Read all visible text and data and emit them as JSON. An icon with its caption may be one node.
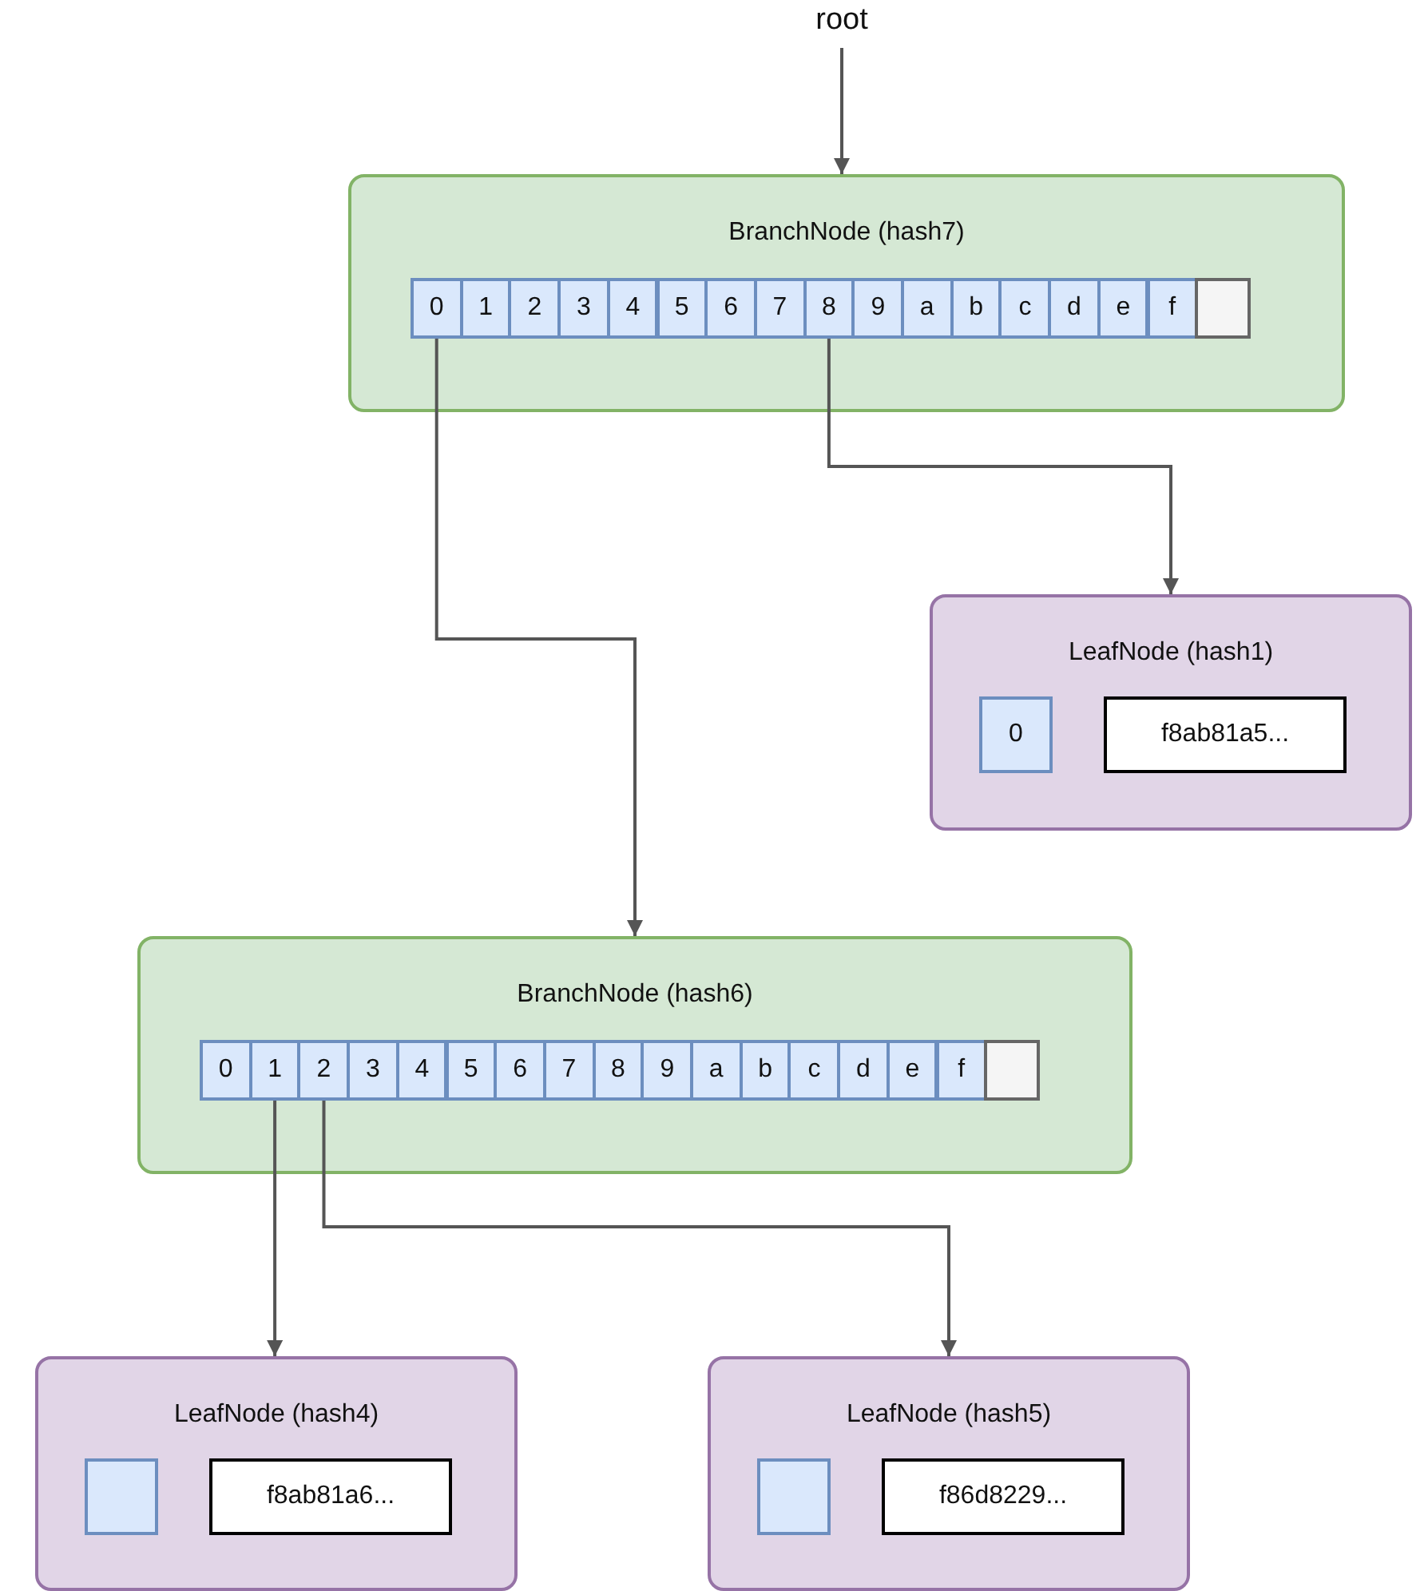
{
  "diagram": {
    "nodes": [
      {
        "text": [
          "root"
        ]
      },
      {
        "text": [
          "BranchNode (hash7)"
        ]
      },
      {
        "text": [
          "0"
        ],
        "in": 1
      },
      {
        "text": [
          "1"
        ],
        "in": 1
      },
      {
        "text": [
          "2"
        ],
        "in": 1
      },
      {
        "text": [
          "3"
        ],
        "in": 1
      },
      {
        "text": [
          "4"
        ],
        "in": 1
      },
      {
        "text": [
          "5"
        ],
        "in": 1
      },
      {
        "text": [
          "6"
        ],
        "in": 1
      },
      {
        "text": [
          "7"
        ],
        "in": 1
      },
      {
        "text": [
          "8"
        ],
        "in": 1
      },
      {
        "text": [
          "9"
        ],
        "in": 1
      },
      {
        "text": [
          "a"
        ],
        "in": 1
      },
      {
        "text": [
          "b"
        ],
        "in": 1
      },
      {
        "text": [
          "c"
        ],
        "in": 1
      },
      {
        "text": [
          "d"
        ],
        "in": 1
      },
      {
        "text": [
          "e"
        ],
        "in": 1
      },
      {
        "text": [
          "f"
        ],
        "in": 1
      },
      {
        "text": [],
        "shape": "box",
        "in": 1
      },
      {
        "text": [
          "LeafNode (hash1)"
        ]
      },
      {
        "text": [
          "0"
        ],
        "in": 19
      },
      {
        "text": [
          "f8ab81a5..."
        ],
        "in": 19
      },
      {
        "text": [
          "BranchNode (hash6)"
        ]
      },
      {
        "text": [
          "0"
        ],
        "in": 22
      },
      {
        "text": [
          "1"
        ],
        "in": 22
      },
      {
        "text": [
          "2"
        ],
        "in": 22
      },
      {
        "text": [
          "3"
        ],
        "in": 22
      },
      {
        "text": [
          "4"
        ],
        "in": 22
      },
      {
        "text": [
          "5"
        ],
        "in": 22
      },
      {
        "text": [
          "6"
        ],
        "in": 22
      },
      {
        "text": [
          "7"
        ],
        "in": 22
      },
      {
        "text": [
          "8"
        ],
        "in": 22
      },
      {
        "text": [
          "9"
        ],
        "in": 22
      },
      {
        "text": [
          "a"
        ],
        "in": 22
      },
      {
        "text": [
          "b"
        ],
        "in": 22
      },
      {
        "text": [
          "c"
        ],
        "in": 22
      },
      {
        "text": [
          "d"
        ],
        "in": 22
      },
      {
        "text": [
          "e"
        ],
        "in": 22
      },
      {
        "text": [
          "f"
        ],
        "in": 22
      },
      {
        "text": [],
        "shape": "box",
        "in": 22
      },
      {
        "text": [
          "LeafNode (hash4)"
        ]
      },
      {
        "text": [],
        "shape": "box",
        "in": 40
      },
      {
        "text": [
          "f8ab81a6..."
        ],
        "in": 40
      },
      {
        "text": [
          "LeafNode (hash5)"
        ]
      },
      {
        "text": [],
        "shape": "box",
        "in": 43
      },
      {
        "text": [
          "f86d8229..."
        ],
        "in": 43
      }
    ],
    "edges": [
      {
        "from": 0,
        "to": 1,
        "arrow": "to"
      },
      {
        "from": 2,
        "to": 22,
        "arrow": "to"
      },
      {
        "from": 10,
        "to": 19,
        "arrow": "to"
      },
      {
        "from": 24,
        "to": 40,
        "arrow": "to"
      },
      {
        "from": 25,
        "to": 43,
        "arrow": "to"
      }
    ]
  }
}
